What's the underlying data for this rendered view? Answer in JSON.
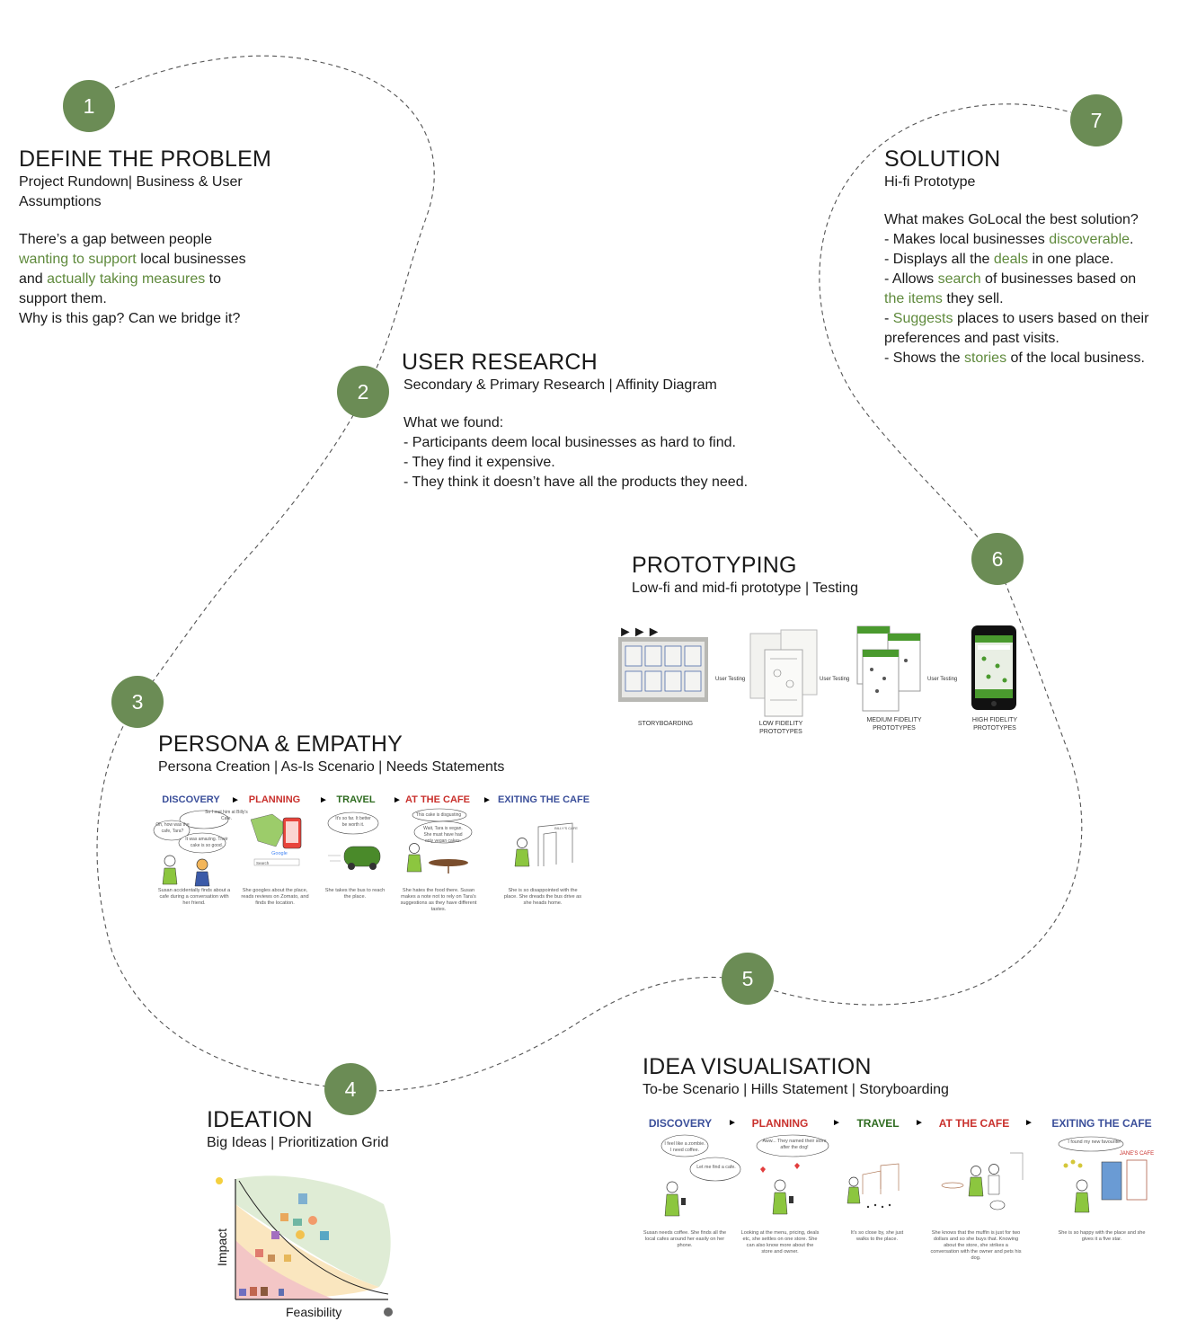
{
  "steps": [
    "1",
    "2",
    "3",
    "4",
    "5",
    "6",
    "7"
  ],
  "define": {
    "title": "DEFINE THE PROBLEM",
    "subtitle": "Project Rundown| Business & User Assumptions",
    "l1": "There’s a gap between people",
    "l2_hl": "wanting to support",
    "l2": " local businesses",
    "l3a": "and ",
    "l3_hl": "actually taking measures",
    "l3b": " to",
    "l4": "support them.",
    "l5": "Why is this gap? Can we bridge it?"
  },
  "research": {
    "title": "USER RESEARCH",
    "subtitle": "Secondary & Primary Research | Affinity Diagram",
    "heading": "What we found:",
    "findings": [
      "- Participants deem local businesses as hard to find.",
      "- They find it expensive.",
      "- They think it doesn’t have all the products they need."
    ]
  },
  "persona": {
    "title": "PERSONA  & EMPATHY",
    "subtitle": "Persona Creation | As-Is Scenario | Needs Statements",
    "stages": [
      "DISCOVERY",
      "PLANNING",
      "TRAVEL",
      "AT THE CAFE",
      "EXITING THE CAFE"
    ],
    "bubbles": {
      "b1": "So I met him at Billy's Cafe.",
      "b2": "Oh, how was the cafe, Tara?",
      "b3": "It was amazing. Their cake is so good.",
      "google": "Google",
      "search": "Search",
      "b4": "It's so far. It better be worth it.",
      "b5": "This cake is disgusting",
      "b6": "Wait, Tara is vegan. She must have had only vegan cakes.",
      "sign": "BILLY'S CAFE"
    },
    "captions": [
      "Susan accidentally finds about a cafe during a conversation with her friend.",
      "She googles about the place, reads reviews on Zomato, and finds the location.",
      "She takes the bus to reach the place.",
      "She hates the food there. Susan makes a note not to rely on Tara's suggestions as they have different tastes.",
      "She is so disappointed with the place. She dreads the bus drive as she heads home."
    ]
  },
  "ideation": {
    "title": "IDEATION",
    "subtitle": "Big Ideas | Prioritization Grid",
    "y_axis": "Impact",
    "x_axis": "Feasibility"
  },
  "visualisation": {
    "title": "IDEA VISUALISATION",
    "subtitle": "To-be Scenario | Hills Statement | Storyboarding",
    "stages": [
      "DISCOVERY",
      "PLANNING",
      "TRAVEL",
      "AT THE CAFE",
      "EXITING THE CAFE"
    ],
    "bubbles": {
      "b1": "I feel like a zombie. I need coffee.",
      "b2": "Let me find a cafe.",
      "b3": "Aww... They named their store after the dog!",
      "b4": "I found my new favourite!",
      "sign": "JANE'S CAFE"
    },
    "captions": [
      "Susan needs coffee. She finds all the local cafes around her easily on her phone.",
      "Looking at the menu, pricing, deals etc, she settles on one store. She can also know more about the store and owner.",
      "It's so close by, she just walks to the place.",
      "She knows that the muffin is just for two dollars and so she buys that. Knowing about the store, she strikes a conversation with the owner and pets his dog.",
      "She is so happy with the place and she gives it a five star."
    ]
  },
  "prototyping": {
    "title": "PROTOTYPING",
    "subtitle": "Low-fi and mid-fi prototype | Testing",
    "user_testing": "User Testing",
    "labels": [
      "STORYBOARDING",
      "LOW FIDELITY PROTOTYPES",
      "MEDIUM FIDELITY PROTOTYPES",
      "HIGH FIDELITY PROTOTYPES"
    ]
  },
  "solution": {
    "title": "SOLUTION",
    "subtitle": "Hi-fi Prototype",
    "heading": "What makes GoLocal the best solution?",
    "p1a": "- Makes local businesses ",
    "p1h": "discoverable",
    "p1b": ".",
    "p2a": "- Displays all the ",
    "p2h": "deals",
    "p2b": " in one place.",
    "p3a": "- Allows ",
    "p3h": "search",
    "p3b": " of businesses based on",
    "p4h": "the items",
    "p4b": " they sell.",
    "p5h": "Suggests",
    "p5b": " places to users based on their",
    "p5a": "- ",
    "p6": "preferences and past visits.",
    "p7a": "- Shows the ",
    "p7h": "stories",
    "p7b": " of the local business."
  },
  "colors": {
    "accent": "#6b8c55",
    "highlight": "#5f8a3c"
  }
}
